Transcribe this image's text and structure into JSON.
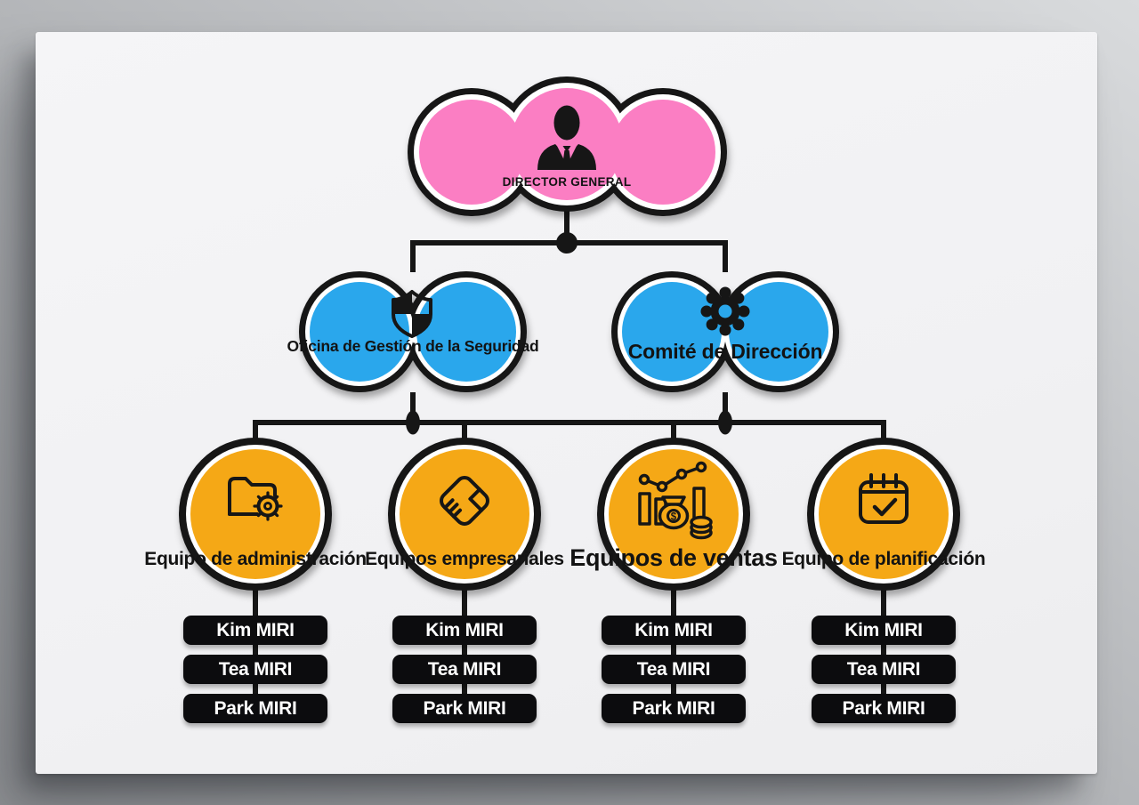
{
  "org": {
    "root": {
      "title": "DIRECTOR GENERAL",
      "icon": "businessperson-icon"
    },
    "departments": [
      {
        "title": "Oficina de Gestión de la Seguridad",
        "icon": "security-shield-icon"
      },
      {
        "title": "Comité de Dirección",
        "icon": "gear-icon"
      }
    ],
    "teams": [
      {
        "title": "Equipo de administración",
        "icon": "folder-gear-icon",
        "members": [
          "Kim MIRI",
          "Tea MIRI",
          "Park MIRI"
        ]
      },
      {
        "title": "Equipos empresariales",
        "icon": "handshake-icon",
        "members": [
          "Kim MIRI",
          "Tea MIRI",
          "Park MIRI"
        ]
      },
      {
        "title": "Equipos de ventas",
        "icon": "sales-chart-icon",
        "members": [
          "Kim MIRI",
          "Tea MIRI",
          "Park MIRI"
        ]
      },
      {
        "title": "Equipo de planificación",
        "icon": "calendar-check-icon",
        "members": [
          "Kim MIRI",
          "Tea MIRI",
          "Park MIRI"
        ]
      }
    ]
  },
  "icons": {
    "dollar_glyph": "$"
  },
  "colors": {
    "root_fill": "#fb7ec3",
    "department_fill": "#2aa7ec",
    "team_fill": "#f5a817",
    "node_outline": "#141414",
    "node_inner_ring": "#ffffff",
    "connector": "#161616",
    "member_pill_background": "#0c0c0e",
    "member_pill_text": "#ffffff",
    "label_text": "#131313",
    "card_background": "#f2f2f4"
  }
}
